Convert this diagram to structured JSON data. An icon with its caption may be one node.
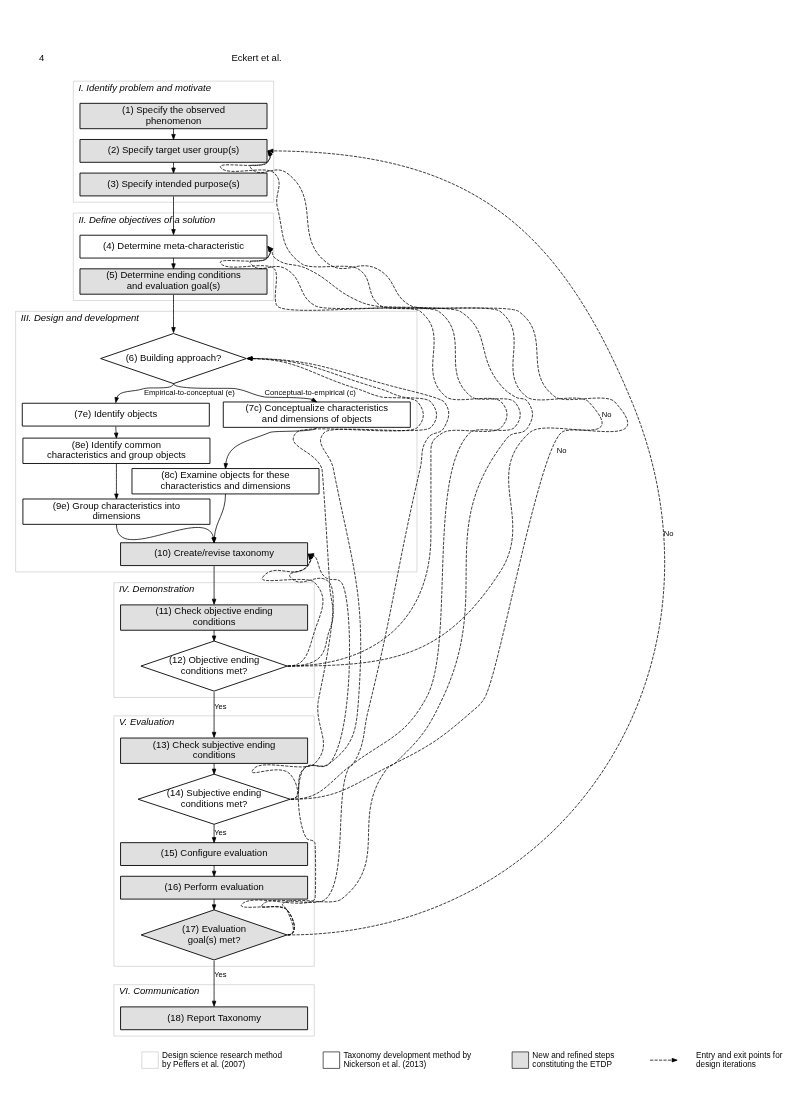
{
  "diagram": {
    "nodes": [
      {
        "text": [
          "I. Identify problem and motivate"
        ]
      },
      {
        "text": [
          "(1) Specify the observed phenomenon"
        ],
        "in": 0
      },
      {
        "text": [
          "(2) Specify target user group(s)"
        ],
        "in": 0
      },
      {
        "text": [
          "(3) Specify intended purpose(s)"
        ],
        "in": 0
      },
      {
        "text": [
          "II. Define objectives of a solution"
        ]
      },
      {
        "text": [
          "(4) Determine meta-characteristic"
        ],
        "in": 4
      },
      {
        "text": [
          "(5) Determine ending conditions and evaluation goal(s)"
        ],
        "in": 4
      },
      {
        "text": [
          "III. Design and development"
        ]
      },
      {
        "text": [
          "(6) Building approach?"
        ],
        "in": 7
      },
      {
        "text": [
          "(7e) Identify objects"
        ],
        "in": 7
      },
      {
        "text": [
          "(7c) Conceptualize characteristics and dimensions of objects"
        ],
        "in": 7
      },
      {
        "text": [
          "(8e) Identify common characteristics and group objects"
        ],
        "in": 7
      },
      {
        "text": [
          "(8c) Examine objects for these characteristics and dimensions"
        ],
        "in": 7
      },
      {
        "text": [
          "(9e) Group characteristics into dimensions"
        ],
        "in": 7
      },
      {
        "text": [
          "(10) Create/revise taxonomy"
        ],
        "in": 7
      },
      {
        "text": [
          "IV. Demonstration"
        ]
      },
      {
        "text": [
          "(11) Check objective ending conditions"
        ],
        "in": 15
      },
      {
        "text": [
          "(12) Objective ending conditions met?"
        ],
        "in": 15
      },
      {
        "text": [
          "V. Evaluation"
        ]
      },
      {
        "text": [
          "(13) Check subjective ending conditions"
        ],
        "in": 18
      },
      {
        "text": [
          "(14) Subjective ending conditions met?"
        ],
        "in": 18
      },
      {
        "text": [
          "(15) Configure evaluation"
        ],
        "in": 18
      },
      {
        "text": [
          "(16) Perform evaluation"
        ],
        "in": 18
      },
      {
        "text": [
          "(17) Evaluation goal(s) met?"
        ],
        "in": 18
      },
      {
        "text": [
          "VI. Communication"
        ]
      },
      {
        "text": [
          "(18) Report Taxonomy"
        ],
        "in": 24
      }
    ],
    "edges": [
      {
        "from": 1,
        "to": 2,
        "arrow": "to"
      },
      {
        "from": 2,
        "to": 3,
        "arrow": "to"
      },
      {
        "from": 3,
        "to": 5,
        "arrow": "to"
      },
      {
        "from": 5,
        "to": 6,
        "arrow": "to"
      },
      {
        "from": 6,
        "to": 8,
        "arrow": "to"
      },
      {
        "from": 8,
        "to": 9,
        "arrow": "to",
        "label": "Empirical-to-conceptual (e)"
      },
      {
        "from": 8,
        "to": 10,
        "arrow": "to",
        "label": "Conceptual-to-empirical (c)"
      },
      {
        "from": 9,
        "to": 11,
        "arrow": "to"
      },
      {
        "from": 10,
        "to": 12,
        "arrow": "to"
      },
      {
        "from": 11,
        "to": 13,
        "arrow": "to"
      },
      {
        "from": 13,
        "to": 14,
        "arrow": "to"
      },
      {
        "from": 12,
        "to": 14,
        "arrow": "to"
      },
      {
        "from": 14,
        "to": 16,
        "arrow": "to"
      },
      {
        "from": 16,
        "to": 17,
        "arrow": "to"
      },
      {
        "from": 17,
        "to": 19,
        "arrow": "to",
        "label": "Yes"
      },
      {
        "from": 19,
        "to": 20,
        "arrow": "to"
      },
      {
        "from": 20,
        "to": 21,
        "arrow": "to",
        "label": "Yes"
      },
      {
        "from": 21,
        "to": 22,
        "arrow": "to"
      },
      {
        "from": 22,
        "to": 23,
        "arrow": "to"
      },
      {
        "from": 23,
        "to": 25,
        "arrow": "to",
        "label": "Yes"
      },
      {
        "from": 17,
        "to": 2,
        "arrow": "to",
        "style": "dashed",
        "label": "No"
      },
      {
        "from": 17,
        "to": 5,
        "arrow": "to",
        "style": "dashed"
      },
      {
        "from": 17,
        "to": 8,
        "arrow": "to",
        "style": "dashed"
      },
      {
        "from": 17,
        "to": 14,
        "arrow": "to",
        "style": "dashed"
      },
      {
        "from": 20,
        "to": 2,
        "arrow": "to",
        "style": "dashed",
        "label": "No"
      },
      {
        "from": 20,
        "to": 5,
        "arrow": "to",
        "style": "dashed"
      },
      {
        "from": 20,
        "to": 8,
        "arrow": "to",
        "style": "dashed"
      },
      {
        "from": 20,
        "to": 14,
        "arrow": "to",
        "style": "dashed"
      },
      {
        "from": 23,
        "to": 2,
        "arrow": "to",
        "style": "dashed",
        "label": "No"
      },
      {
        "from": 23,
        "to": 5,
        "arrow": "to",
        "style": "dashed"
      },
      {
        "from": 23,
        "to": 8,
        "arrow": "to",
        "style": "dashed"
      },
      {
        "from": 23,
        "to": 14,
        "arrow": "to",
        "style": "dashed"
      }
    ],
    "labels": [
      "4",
      "Eckert et al."
    ],
    "legend": [
      {
        "text": "Design science research method by Peffers et al. (2007)"
      },
      {
        "text": "Taxonomy development method by Nickerson et al. (2013)"
      },
      {
        "text": "New and refined steps constituting the ETDP",
        "color": "#e0e0e0"
      },
      {
        "text": "Entry and exit points for design iterations"
      }
    ]
  }
}
